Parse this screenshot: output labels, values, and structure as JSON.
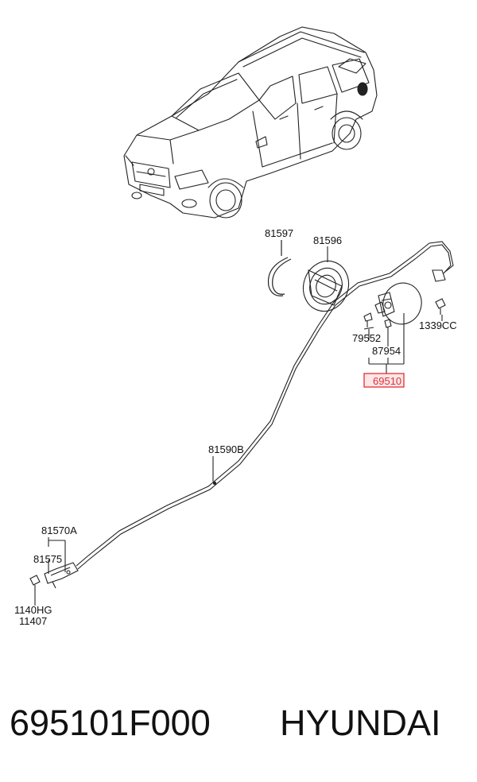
{
  "diagram": {
    "callouts": {
      "c81597": "81597",
      "c81596": "81596",
      "c1339cc": "1339CC",
      "c79552": "79552",
      "c87954": "87954",
      "c69510": "69510",
      "c81590b": "81590B",
      "c81570a": "81570A",
      "c81575": "81575",
      "c1140hg": "1140HG",
      "c11407": "11407"
    },
    "highlight_color": "#e0303a",
    "highlight_fill": "#fde6e6"
  },
  "footer": {
    "part_number": "695101F000",
    "brand": "HYUNDAI"
  }
}
